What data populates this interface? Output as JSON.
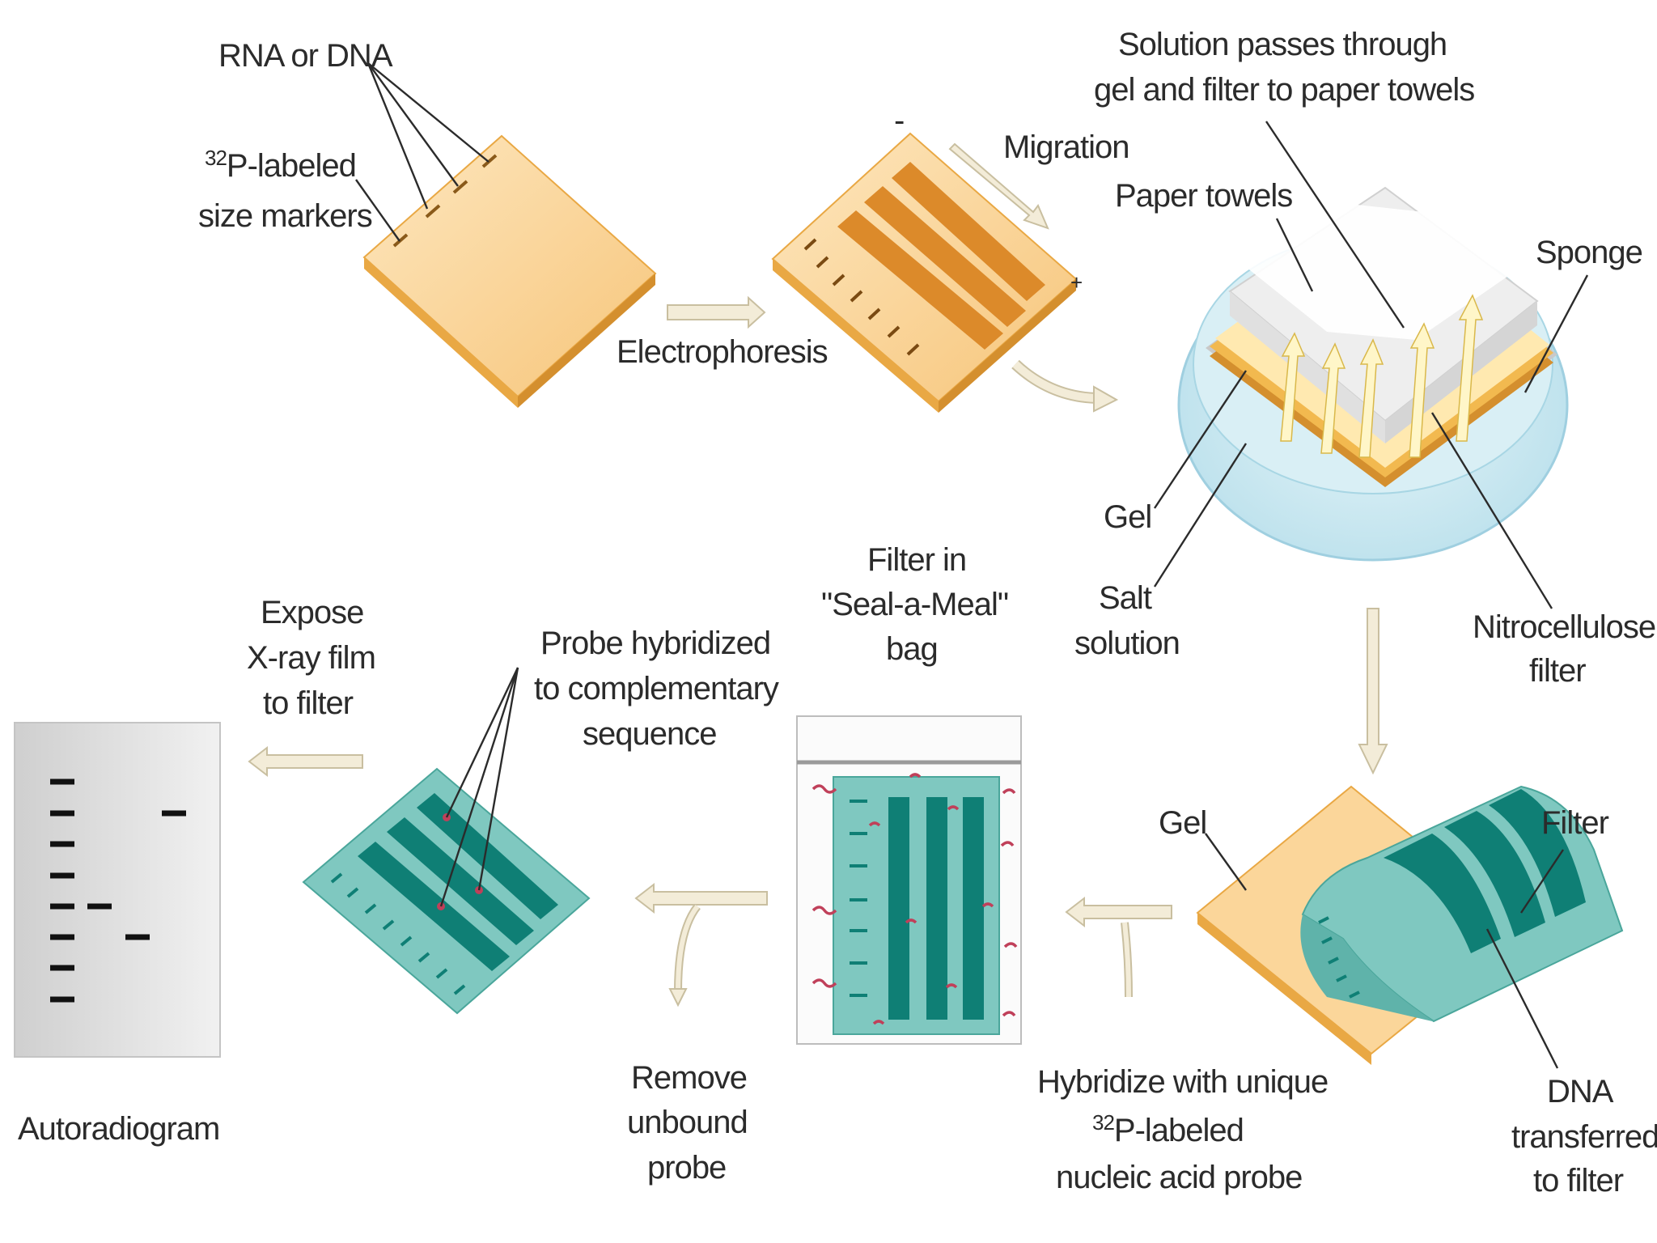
{
  "labels": {
    "rna_or_dna": "RNA or DNA",
    "size_markers_sup": "32",
    "size_markers_line1": "P-labeled",
    "size_markers_line2": "size markers",
    "electrophoresis": "Electrophoresis",
    "migration": "Migration",
    "minus_sign": "-",
    "plus_sign": "+",
    "solution_line1": "Solution passes through",
    "solution_line2": "gel and filter to paper towels",
    "paper_towels": "Paper towels",
    "sponge": "Sponge",
    "gel_top": "Gel",
    "salt_line1": "Salt",
    "salt_line2": "solution",
    "nitro_line1": "Nitrocellulose",
    "nitro_line2": "filter",
    "gel_bottom": "Gel",
    "filter": "Filter",
    "dna_line1": "DNA",
    "dna_line2": "transferred",
    "dna_line3": "to filter",
    "hyb_line1": "Hybridize with unique",
    "hyb_sup": "32",
    "hyb_line2": "P-labeled",
    "hyb_line3": "nucleic acid probe",
    "bag_line1": "Filter in",
    "bag_line2": "\"Seal-a-Meal\"",
    "bag_line3": "bag",
    "remove_line1": "Remove",
    "remove_line2": "unbound",
    "remove_line3": "probe",
    "probe_line1": "Probe hybridized",
    "probe_line2": "to complementary",
    "probe_line3": "sequence",
    "expose_line1": "Expose",
    "expose_line2": "X-ray film",
    "expose_line3": "to filter",
    "autoradiogram": "Autoradiogram"
  },
  "colors": {
    "gel_light": "#fbd69a",
    "gel_dark": "#e9a844",
    "gel_band": "#dc8a2a",
    "teal_light": "#7fc8c0",
    "teal_band": "#0f7f75",
    "tray_blue": "#bfe3ee",
    "arrow_fill": "#f3ecd8",
    "arrow_stroke": "#c9bfa0",
    "probe_red": "#c0405a",
    "film_gray": "#dcdcdc"
  }
}
